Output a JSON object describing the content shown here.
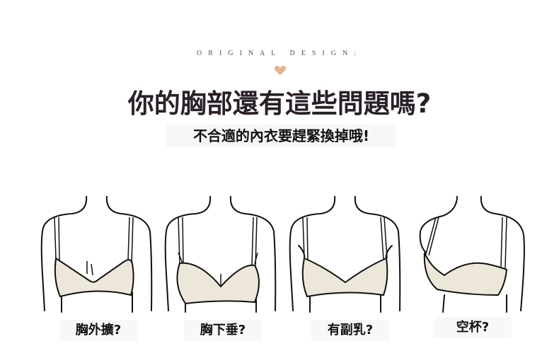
{
  "header": {
    "eyebrow": "ORIGINAL DESIGN:",
    "heart_icon": "heart-icon",
    "title": "你的胸部還有這些問題嗎?",
    "subtitle": "不合適的內衣要趕緊換掉哦!"
  },
  "colors": {
    "heart": "#e3b48e",
    "fabric": "#ece7d8",
    "title": "#2a2028"
  },
  "problems": [
    {
      "label": "胸外擴?"
    },
    {
      "label": "胸下垂?"
    },
    {
      "label": "有副乳?"
    },
    {
      "label": "空杯?"
    }
  ]
}
